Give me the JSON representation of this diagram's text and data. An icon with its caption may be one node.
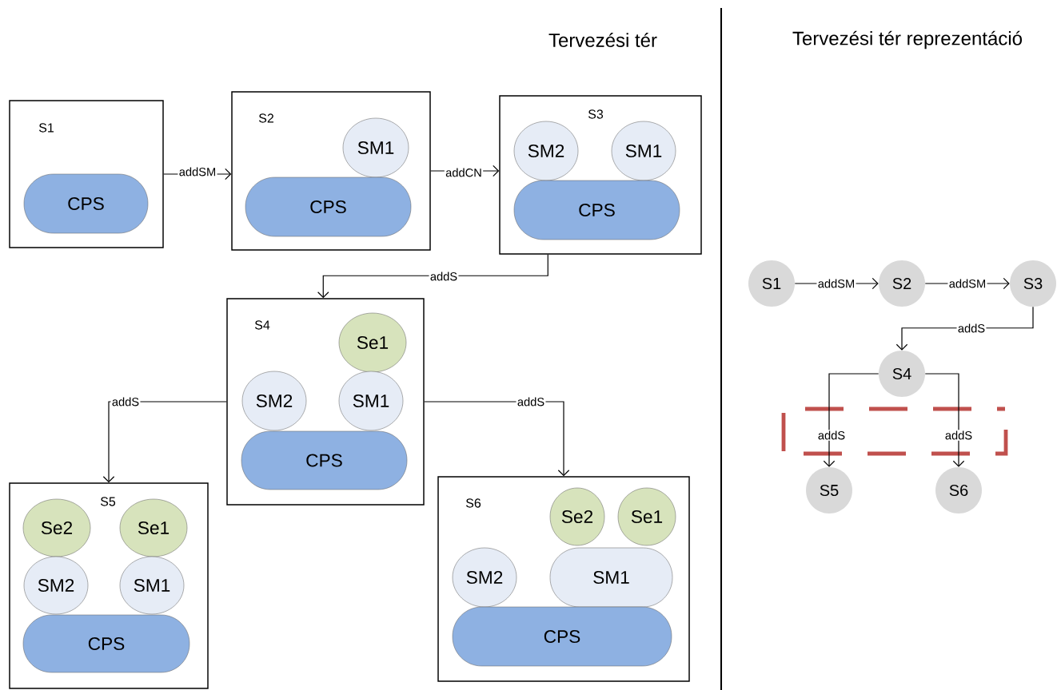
{
  "diagram": {
    "nodes": [
      {
        "text": [
          "S1"
        ]
      },
      {
        "text": [
          "CPS"
        ],
        "in": 0
      },
      {
        "text": [
          "S2"
        ]
      },
      {
        "text": [
          "SM1"
        ],
        "in": 2
      },
      {
        "text": [
          "CPS"
        ],
        "in": 2
      },
      {
        "text": [
          "S3"
        ]
      },
      {
        "text": [
          "SM2"
        ],
        "in": 5
      },
      {
        "text": [
          "SM1"
        ],
        "in": 5
      },
      {
        "text": [
          "CPS"
        ],
        "in": 5
      },
      {
        "text": [
          "S4"
        ]
      },
      {
        "text": [
          "Se1"
        ],
        "in": 9
      },
      {
        "text": [
          "SM2"
        ],
        "in": 9
      },
      {
        "text": [
          "SM1"
        ],
        "in": 9
      },
      {
        "text": [
          "CPS"
        ],
        "in": 9
      },
      {
        "text": [
          "S5"
        ]
      },
      {
        "text": [
          "Se2"
        ],
        "in": 14
      },
      {
        "text": [
          "Se1"
        ],
        "in": 14
      },
      {
        "text": [
          "SM2"
        ],
        "in": 14
      },
      {
        "text": [
          "SM1"
        ],
        "in": 14
      },
      {
        "text": [
          "CPS"
        ],
        "in": 14
      },
      {
        "text": [
          "S6"
        ]
      },
      {
        "text": [
          "Se2"
        ],
        "in": 20
      },
      {
        "text": [
          "Se1"
        ],
        "in": 20
      },
      {
        "text": [
          "SM2"
        ],
        "in": 20
      },
      {
        "text": [
          "SM1"
        ],
        "in": 20
      },
      {
        "text": [
          "CPS"
        ],
        "in": 20
      },
      {
        "text": [
          "S1"
        ]
      },
      {
        "text": [
          "S2"
        ]
      },
      {
        "text": [
          "S3"
        ]
      },
      {
        "text": [
          "S4"
        ]
      },
      {
        "text": [
          "S5"
        ]
      },
      {
        "text": [
          "S6"
        ]
      }
    ],
    "edges": [
      {
        "from": 0,
        "to": 2,
        "arrow": "to",
        "label": "addSM"
      },
      {
        "from": 2,
        "to": 5,
        "arrow": "to",
        "label": "addCN"
      },
      {
        "from": 5,
        "to": 9,
        "arrow": "to",
        "label": "addS"
      },
      {
        "from": 9,
        "to": 14,
        "arrow": "to",
        "label": "addS"
      },
      {
        "from": 9,
        "to": 20,
        "arrow": "to",
        "label": "addS"
      },
      {
        "from": 26,
        "to": 27,
        "arrow": "to",
        "label": "addSM"
      },
      {
        "from": 27,
        "to": 28,
        "arrow": "to",
        "label": "addSM"
      },
      {
        "from": 28,
        "to": 29,
        "arrow": "to",
        "label": "addS"
      },
      {
        "from": 29,
        "to": 30,
        "arrow": "to",
        "label": "addS"
      },
      {
        "from": 29,
        "to": 31,
        "arrow": "to",
        "label": "addS"
      }
    ],
    "labels": [
      "Tervezési tér",
      "Tervezési tér reprezentáció"
    ]
  }
}
